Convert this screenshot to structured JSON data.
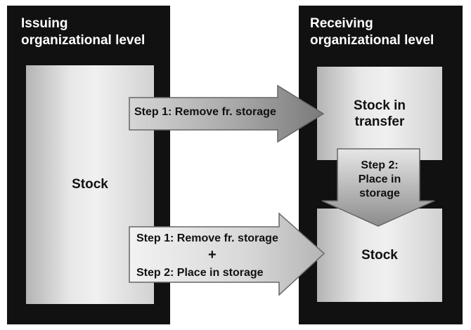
{
  "left_panel": {
    "title_line1": "Issuing",
    "title_line2": "organizational level",
    "box_label": "Stock"
  },
  "right_panel": {
    "title_line1": "Receiving",
    "title_line2": "organizational level",
    "transfer_box_label_line1": "Stock in",
    "transfer_box_label_line2": "transfer",
    "stock_box_label": "Stock"
  },
  "arrows": {
    "top_arrow_label": "Step 1: Remove fr. storage",
    "bottom_arrow_line1": "Step 1: Remove fr. storage",
    "bottom_arrow_plus": "+",
    "bottom_arrow_line2": "Step 2: Place in storage",
    "down_arrow_line1": "Step 2:",
    "down_arrow_line2": "Place in",
    "down_arrow_line3": "storage"
  }
}
